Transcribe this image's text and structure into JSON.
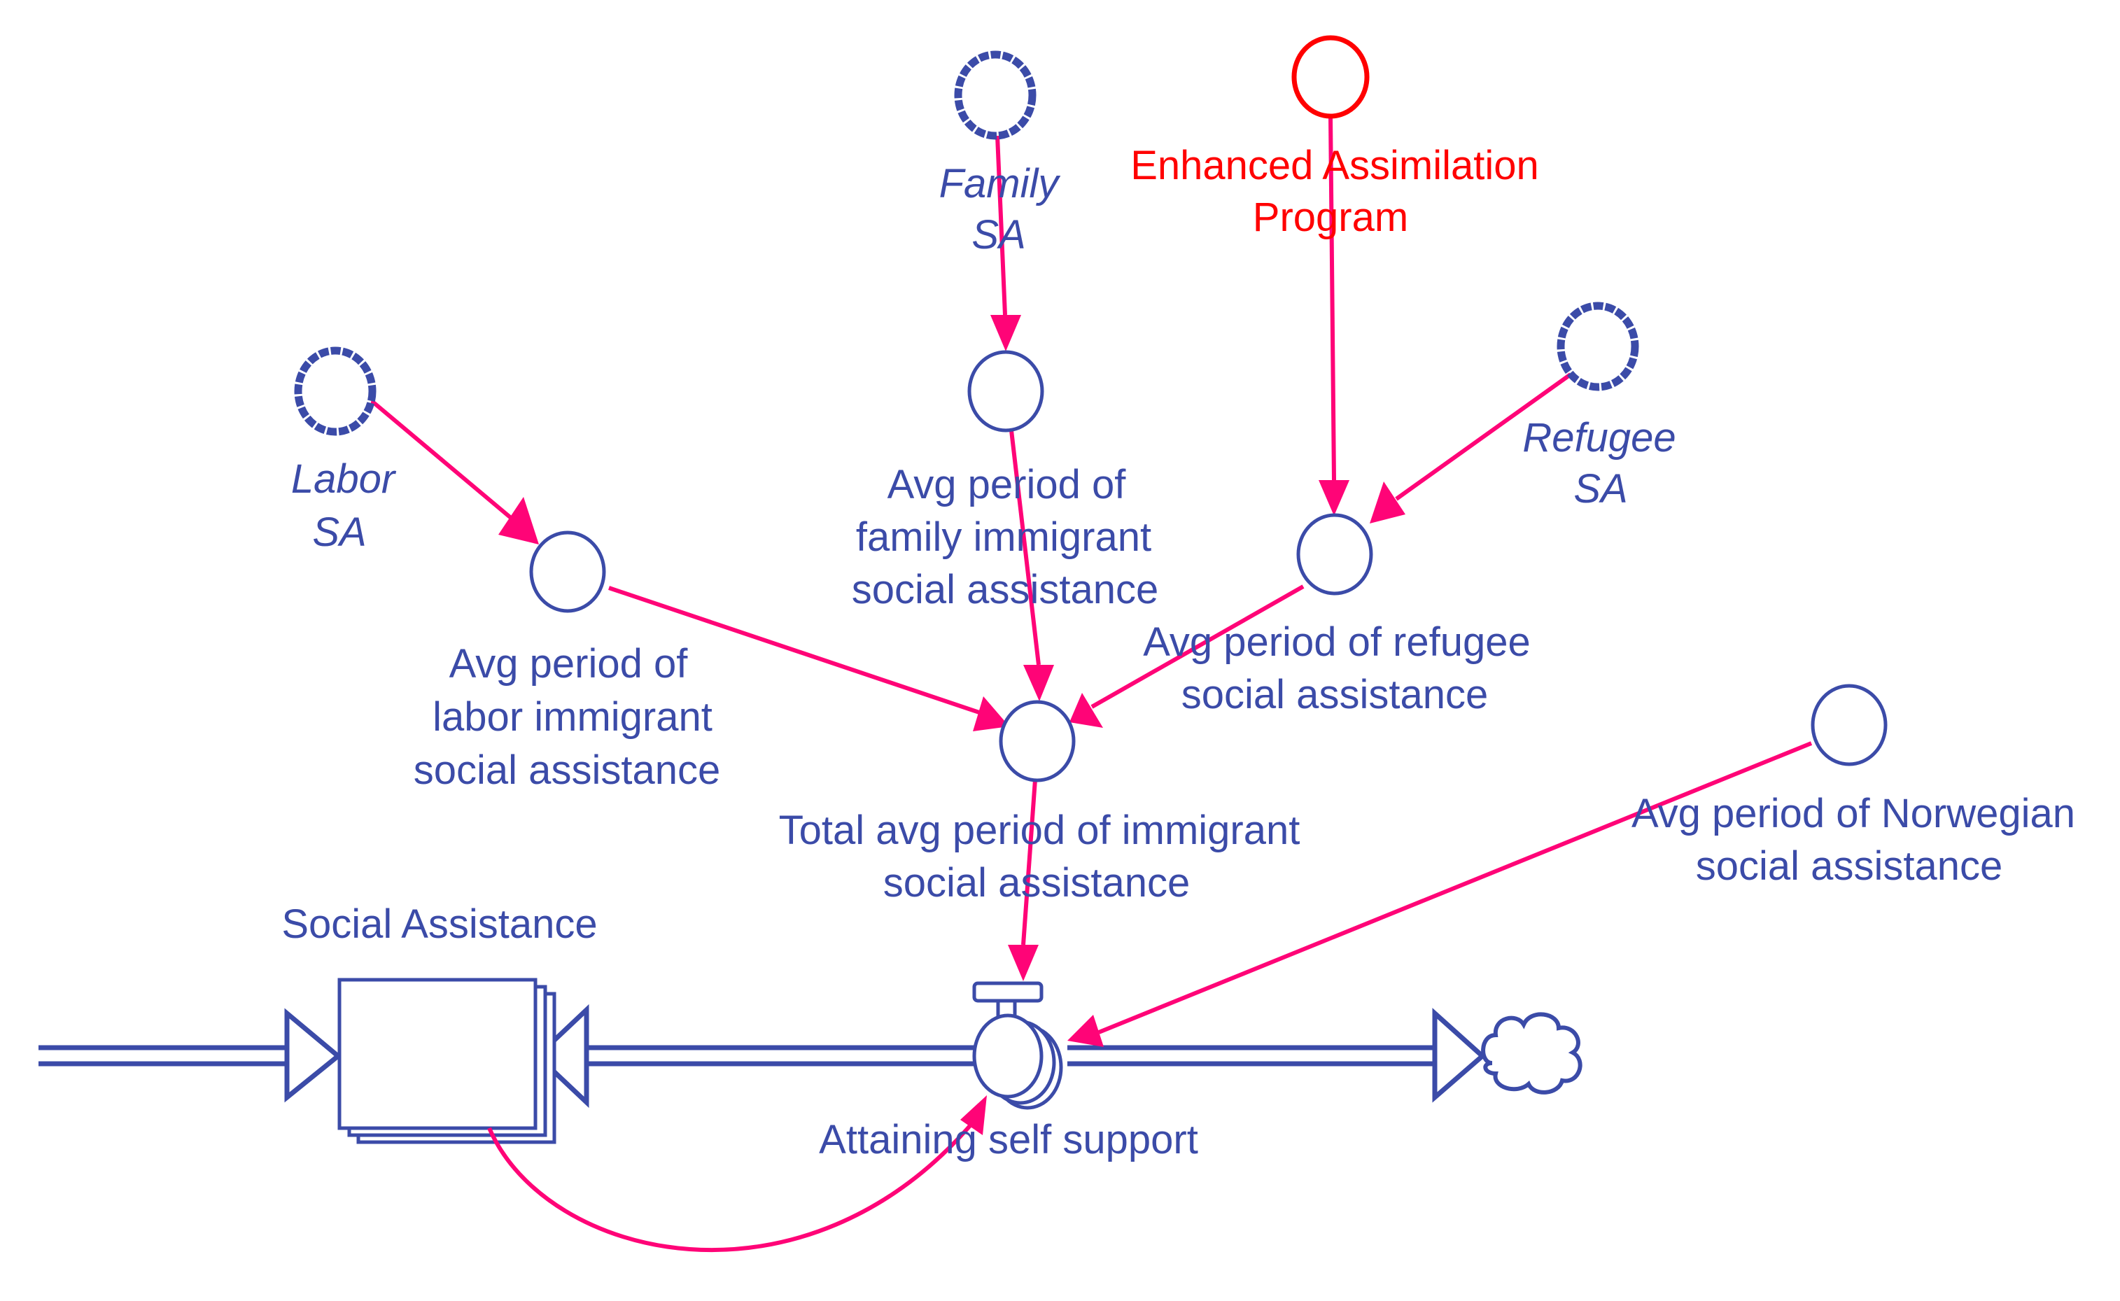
{
  "diagram": {
    "type": "stock-and-flow",
    "colors": {
      "node": "#3b4ba8",
      "link": "#ff0477",
      "highlight": "#ff0000",
      "background": "#ffffff"
    },
    "nodes": {
      "family_sa": {
        "kind": "auxiliary-shadow",
        "label": [
          "Family",
          "SA"
        ]
      },
      "enhanced_program": {
        "kind": "auxiliary-policy",
        "label": [
          "Enhanced Assimilation",
          "Program"
        ]
      },
      "labor_sa": {
        "kind": "auxiliary-shadow",
        "label": [
          "Labor",
          "SA"
        ]
      },
      "refugee_sa": {
        "kind": "auxiliary-shadow",
        "label": [
          "Refugee",
          "SA"
        ]
      },
      "avg_family": {
        "kind": "auxiliary",
        "label": [
          "Avg period of",
          "family immigrant",
          "social assistance"
        ]
      },
      "avg_labor": {
        "kind": "auxiliary",
        "label": [
          "Avg period of",
          "labor immigrant",
          "social assistance"
        ]
      },
      "avg_refugee": {
        "kind": "auxiliary",
        "label": [
          "Avg period of refugee",
          "social assistance"
        ]
      },
      "total_avg": {
        "kind": "auxiliary",
        "label": [
          "Total avg period of immigrant",
          "social assistance"
        ]
      },
      "avg_norwegian": {
        "kind": "auxiliary",
        "label": [
          "Avg period of Norwegian",
          "social assistance"
        ]
      },
      "social_assistance": {
        "kind": "stock",
        "label": [
          "Social Assistance"
        ]
      },
      "attaining_self_support": {
        "kind": "flow",
        "label": [
          "Attaining self support"
        ]
      },
      "sink": {
        "kind": "cloud",
        "icon": "cloud-icon"
      }
    },
    "links": [
      {
        "from": "Family SA",
        "to": "Avg period of family immigrant social assistance"
      },
      {
        "from": "Labor SA",
        "to": "Avg period of labor immigrant social assistance"
      },
      {
        "from": "Enhanced Assimilation Program",
        "to": "Avg period of refugee social assistance"
      },
      {
        "from": "Refugee SA",
        "to": "Avg period of refugee social assistance"
      },
      {
        "from": "Avg period of labor immigrant social assistance",
        "to": "Total avg period of immigrant social assistance"
      },
      {
        "from": "Avg period of family immigrant social assistance",
        "to": "Total avg period of immigrant social assistance"
      },
      {
        "from": "Avg period of refugee social assistance",
        "to": "Total avg period of immigrant social assistance"
      },
      {
        "from": "Total avg period of immigrant social assistance",
        "to": "Attaining self support"
      },
      {
        "from": "Avg period of Norwegian social assistance",
        "to": "Attaining self support"
      },
      {
        "from": "Social Assistance",
        "to": "Attaining self support"
      }
    ]
  }
}
